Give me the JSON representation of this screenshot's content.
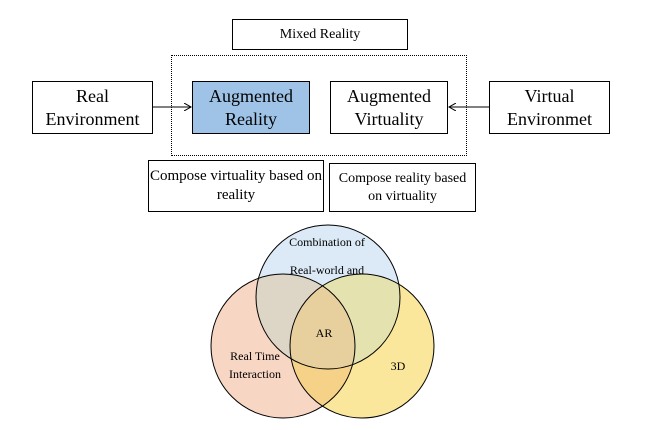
{
  "top": {
    "title": "Mixed Reality",
    "real_environment": "Real Environment",
    "augmented_reality": "Augmented Reality",
    "augmented_virtuality": "Augmented Virtuality",
    "virtual_environment": "Virtual Environmet",
    "compose_virtuality": "Compose virtuality based on reality",
    "compose_reality": "Compose reality based on virtuality"
  },
  "venn": {
    "top_line1": "Combination of",
    "top_line2": "Real-world and",
    "left_line1": "Real Time",
    "left_line2": "Interaction",
    "right_label": "3D",
    "center_label": "AR"
  },
  "colors": {
    "ar_box_fill": "#9fc3e7",
    "circle_top": "#dce9f6",
    "circle_left": "#f8d6c4",
    "circle_right": "#fbe79b",
    "overlap_top_left": "#ddd5c6",
    "overlap_top_right": "#e4e2ae",
    "overlap_left_right": "#f6d188",
    "overlap_all": "#e7d09e"
  }
}
